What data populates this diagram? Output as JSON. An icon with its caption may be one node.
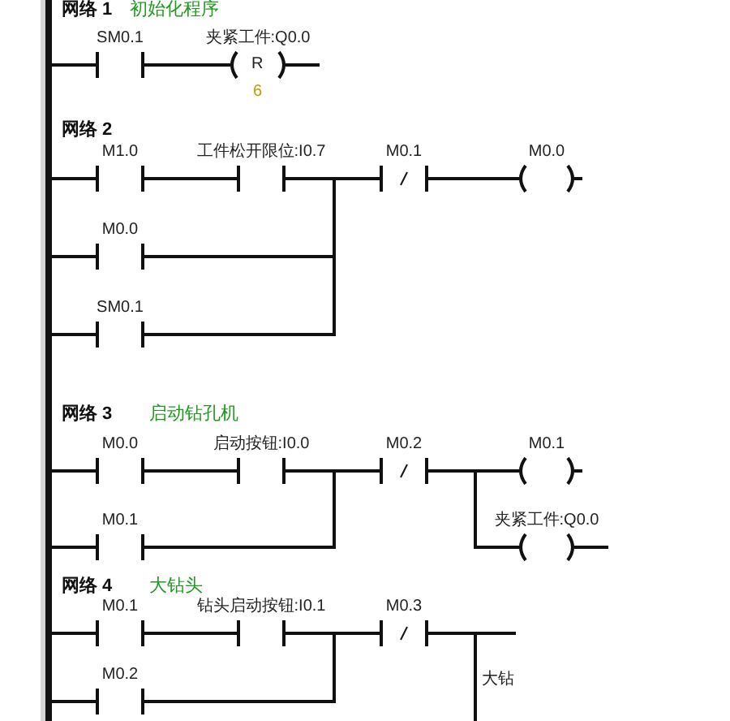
{
  "diagram": {
    "nodes": [
      {
        "text": [],
        "shape": "bar"
      },
      {
        "text": [
          "SM0.1"
        ]
      },
      {
        "text": [
          "夹紧工件:Q0.0",
          "R"
        ],
        "beside": [
          "6"
        ]
      },
      {
        "text": [
          "M1.0"
        ]
      },
      {
        "text": [
          "工件松开限位:I0.7"
        ]
      },
      {
        "text": [
          "M0.1"
        ]
      },
      {
        "text": [
          "M0.0"
        ]
      },
      {
        "text": [
          "M0.0"
        ]
      },
      {
        "text": [
          "SM0.1"
        ]
      },
      {
        "text": [
          "M0.0"
        ]
      },
      {
        "text": [
          "启动按钮:I0.0"
        ]
      },
      {
        "text": [
          "M0.2"
        ]
      },
      {
        "text": [
          "M0.1"
        ]
      },
      {
        "text": [
          "M0.1"
        ]
      },
      {
        "text": [
          "夹紧工件:Q0.0"
        ]
      },
      {
        "text": [
          "M0.1"
        ]
      },
      {
        "text": [
          "钻头启动按钮:I0.1"
        ]
      },
      {
        "text": [
          "M0.3"
        ]
      },
      {
        "text": [
          "M0.2"
        ]
      }
    ],
    "edges": [
      {
        "from": 0,
        "to": 1,
        "arrow": "none"
      },
      {
        "from": 1,
        "to": 2,
        "arrow": "none"
      },
      {
        "from": 0,
        "to": 3,
        "arrow": "none"
      },
      {
        "from": 3,
        "to": 4,
        "arrow": "none"
      },
      {
        "from": 4,
        "to": 5,
        "arrow": "none"
      },
      {
        "from": 5,
        "to": 6,
        "arrow": "none"
      },
      {
        "from": 0,
        "to": 7,
        "arrow": "none"
      },
      {
        "from": 7,
        "to": 5,
        "arrow": "none"
      },
      {
        "from": 0,
        "to": 8,
        "arrow": "none"
      },
      {
        "from": 8,
        "to": 5,
        "arrow": "none"
      },
      {
        "from": 0,
        "to": 9,
        "arrow": "none"
      },
      {
        "from": 9,
        "to": 10,
        "arrow": "none"
      },
      {
        "from": 10,
        "to": 11,
        "arrow": "none"
      },
      {
        "from": 11,
        "to": 12,
        "arrow": "none"
      },
      {
        "from": 11,
        "to": 14,
        "arrow": "none"
      },
      {
        "from": 0,
        "to": 13,
        "arrow": "none"
      },
      {
        "from": 13,
        "to": 11,
        "arrow": "none"
      },
      {
        "from": 0,
        "to": 15,
        "arrow": "none"
      },
      {
        "from": 15,
        "to": 16,
        "arrow": "none"
      },
      {
        "from": 16,
        "to": 17,
        "arrow": "none"
      },
      {
        "from": 17,
        "to": null,
        "arrow": "none"
      },
      {
        "from": 0,
        "to": 18,
        "arrow": "none"
      },
      {
        "from": 18,
        "to": 17,
        "arrow": "none"
      }
    ],
    "labels": [
      "网络 1",
      "初始化程序",
      "网络 2",
      "网络 3",
      "启动钻孔机",
      "网络 4",
      "大钻头",
      "大钻"
    ]
  }
}
